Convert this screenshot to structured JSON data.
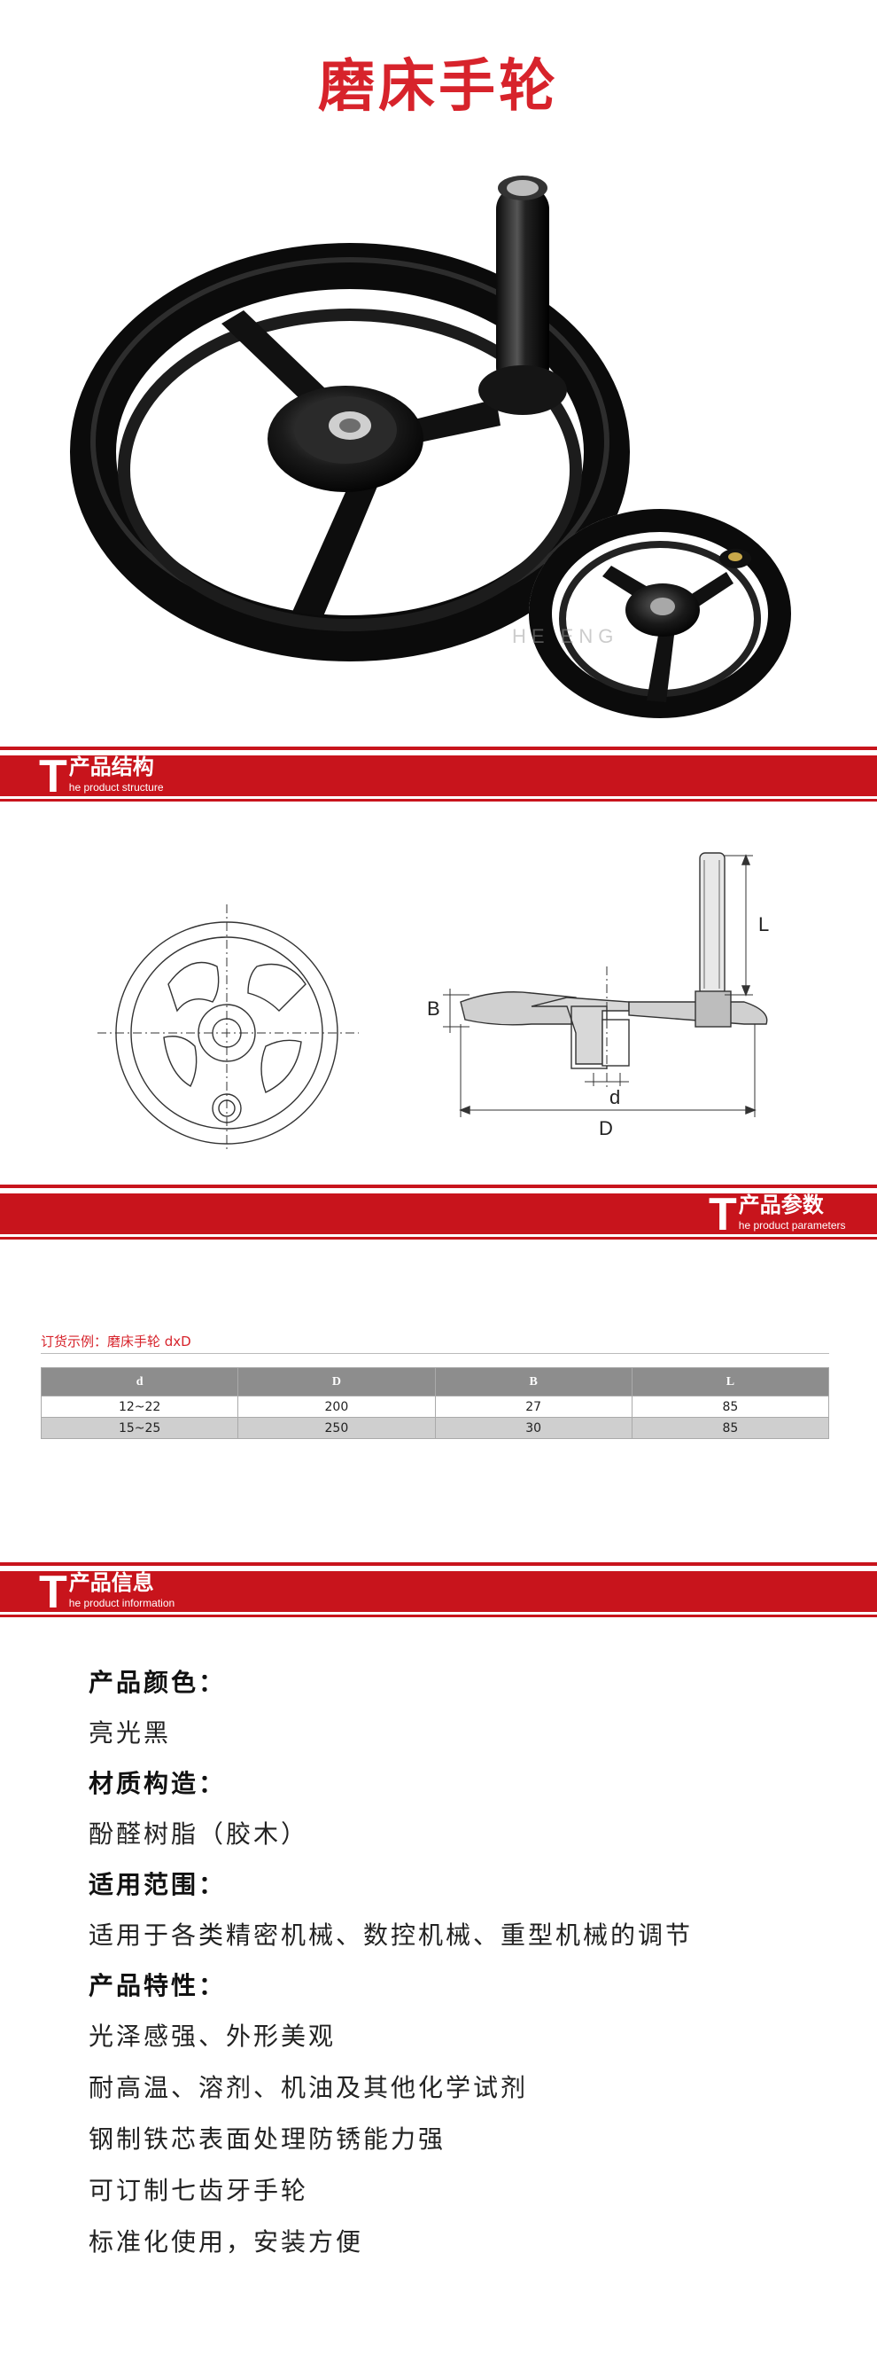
{
  "title": "磨床手轮",
  "watermark": "HE  ENG",
  "sections": {
    "structure": {
      "t": "T",
      "cn": "产品结构",
      "en": "he product structure"
    },
    "parameters": {
      "t": "T",
      "cn": "产品参数",
      "en": "he product parameters"
    },
    "information": {
      "t": "T",
      "cn": "产品信息",
      "en": "he product information"
    }
  },
  "diagram_labels": {
    "L": "L",
    "B": "B",
    "d": "d",
    "D": "D"
  },
  "order_example": "订货示例：磨床手轮  dxD",
  "table": {
    "headers": [
      "d",
      "D",
      "B",
      "L"
    ],
    "rows": [
      [
        "12~22",
        "200",
        "27",
        "85"
      ],
      [
        "15~25",
        "250",
        "30",
        "85"
      ]
    ]
  },
  "info": [
    {
      "head": "产品颜色：",
      "values": [
        "亮光黑"
      ]
    },
    {
      "head": "材质构造：",
      "values": [
        "酚醛树脂（胶木）"
      ]
    },
    {
      "head": "适用范围：",
      "values": [
        "适用于各类精密机械、数控机械、重型机械的调节"
      ]
    },
    {
      "head": "产品特性：",
      "values": [
        "光泽感强、外形美观",
        "耐高温、溶剂、机油及其他化学试剂",
        "钢制铁芯表面处理防锈能力强",
        "可订制七齿牙手轮",
        "标准化使用，安装方便"
      ]
    }
  ],
  "colors": {
    "brand_red": "#c8141c",
    "title_red": "#d7232b",
    "table_header": "#8d8d8d"
  }
}
